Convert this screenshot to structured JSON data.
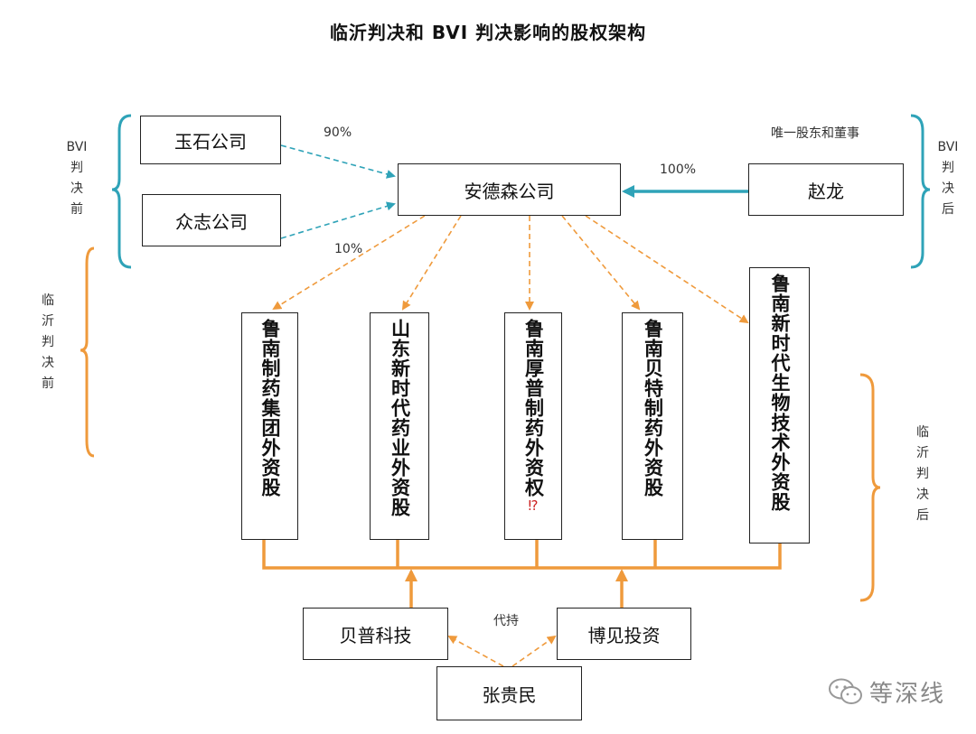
{
  "title": "临沂判决和 BVI 判决影响的股权架构",
  "entities": {
    "yushi": "玉石公司",
    "zhongzhi": "众志公司",
    "andesen": "安德森公司",
    "zhaolong": "赵龙",
    "subsidiaries": [
      "鲁南制药集团外资股",
      "山东新时代药业外资股",
      "鲁南厚普制药外资权",
      "鲁南贝特制药外资股",
      "鲁南新时代生物技术外资股"
    ],
    "subsidiary_mark": "⁉",
    "beipu": "贝普科技",
    "bojian": "博见投资",
    "zhangguimin": "张贵民"
  },
  "labels": {
    "pct_yushi": "90%",
    "pct_zhongzhi": "10%",
    "pct_zhaolong": "100%",
    "sole_shareholder": "唯一股东和董事",
    "nominee": "代持"
  },
  "sides": {
    "bvi_before": [
      "BVI",
      "判",
      "决",
      "前"
    ],
    "bvi_after": [
      "BVI",
      "判",
      "决",
      "后"
    ],
    "linyi_before": [
      "临",
      "沂",
      "判",
      "决",
      "前"
    ],
    "linyi_after": [
      "临",
      "沂",
      "判",
      "决",
      "后"
    ]
  },
  "watermark": "等深线",
  "colors": {
    "teal": "#2fa3b8",
    "orange": "#ef9a3c",
    "box_border": "#222222"
  }
}
